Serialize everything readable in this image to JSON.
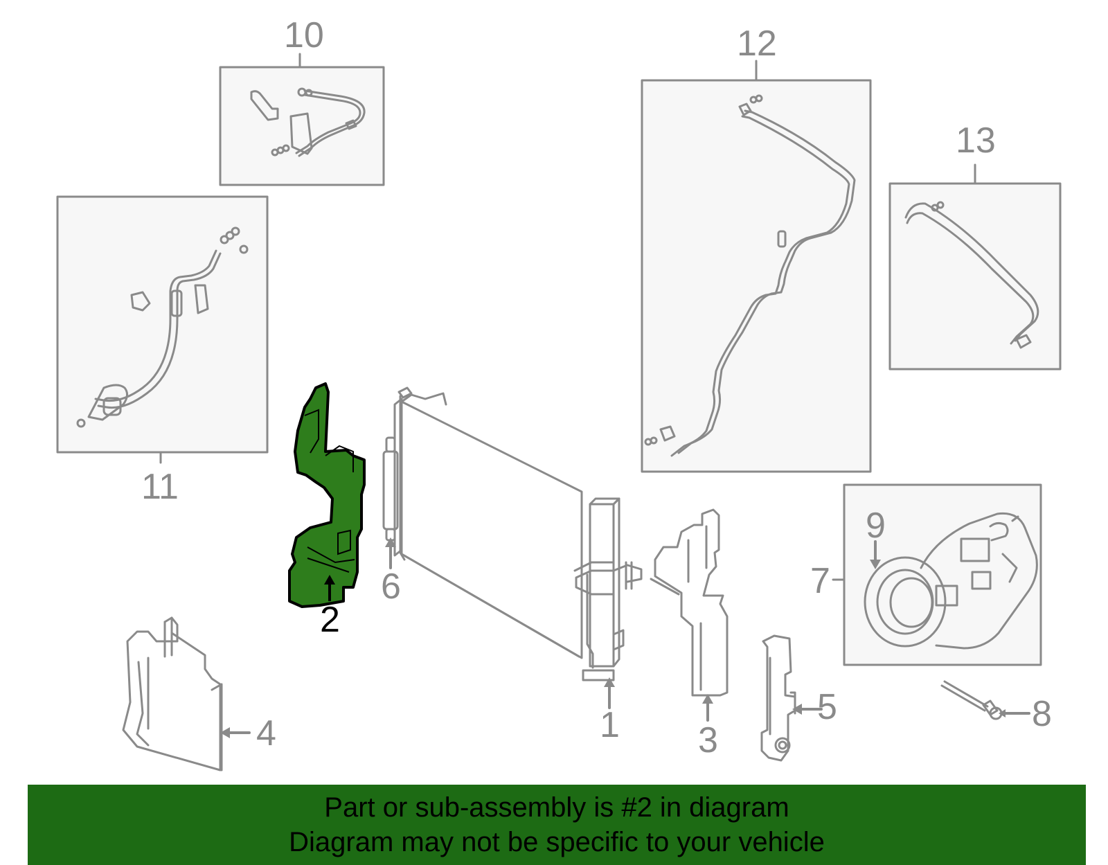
{
  "colors": {
    "part_line": "#8a8a8a",
    "box_fill": "#f7f7f7",
    "highlight_fill": "#2e7d1c",
    "highlight_stroke": "#000000",
    "banner_bg": "#1d6b14",
    "banner_text": "#000000"
  },
  "callouts": {
    "c1": "1",
    "c2": "2",
    "c3": "3",
    "c4": "4",
    "c5": "5",
    "c6": "6",
    "c7": "7",
    "c8": "8",
    "c9": "9",
    "c10": "10",
    "c11": "11",
    "c12": "12",
    "c13": "13"
  },
  "highlighted_part": "2",
  "banner": {
    "line1": "Part or sub-assembly is #2 in diagram",
    "line2": "Diagram may not be specific to your vehicle"
  }
}
